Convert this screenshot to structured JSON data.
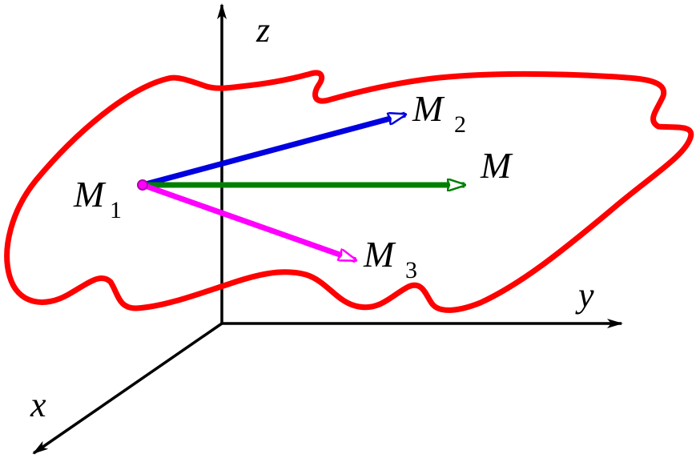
{
  "axes": {
    "x": "x",
    "y": "y",
    "z": "z"
  },
  "points": {
    "m1": {
      "letter": "M",
      "sub": "1"
    },
    "m2": {
      "letter": "M",
      "sub": "2"
    },
    "m3": {
      "letter": "M",
      "sub": "3"
    },
    "m": {
      "letter": "M"
    }
  },
  "colors": {
    "surface": "#ff0000",
    "axes": "#000000",
    "vector_m1m2": "#0000e0",
    "vector_m1m": "#008000",
    "vector_m1m3": "#ff00ff",
    "point_m1": "#ff00ff"
  }
}
